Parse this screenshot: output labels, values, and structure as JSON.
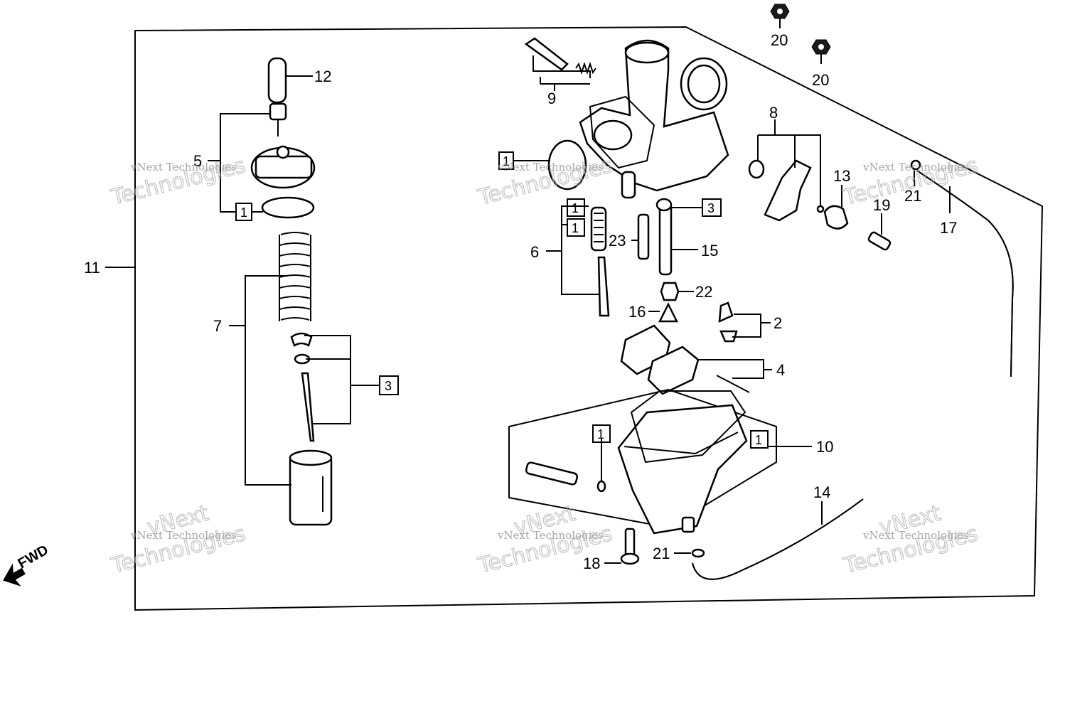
{
  "callouts": {
    "c12": "12",
    "c5": "5",
    "c11": "11",
    "c7": "7",
    "c9": "9",
    "c8": "8",
    "c6": "6",
    "c23": "23",
    "c15": "15",
    "c22": "22",
    "c16": "16",
    "c2": "2",
    "c4": "4",
    "c10": "10",
    "c14": "14",
    "c13": "13",
    "c19": "19",
    "c21a": "21",
    "c17": "17",
    "c20a": "20",
    "c20b": "20",
    "c18": "18",
    "c21b": "21"
  },
  "boxed": {
    "b1_cap": "1",
    "b3_needle": "3",
    "b1_ring": "1",
    "b1_jet_a": "1",
    "b1_jet_b": "1",
    "b3_valve": "3",
    "b1_float_a": "1",
    "b1_float_b": "1"
  },
  "direction": {
    "label": "FWD"
  },
  "watermark": {
    "small": "vNext Technologies",
    "large": "Technologies",
    "top": "vNext"
  }
}
